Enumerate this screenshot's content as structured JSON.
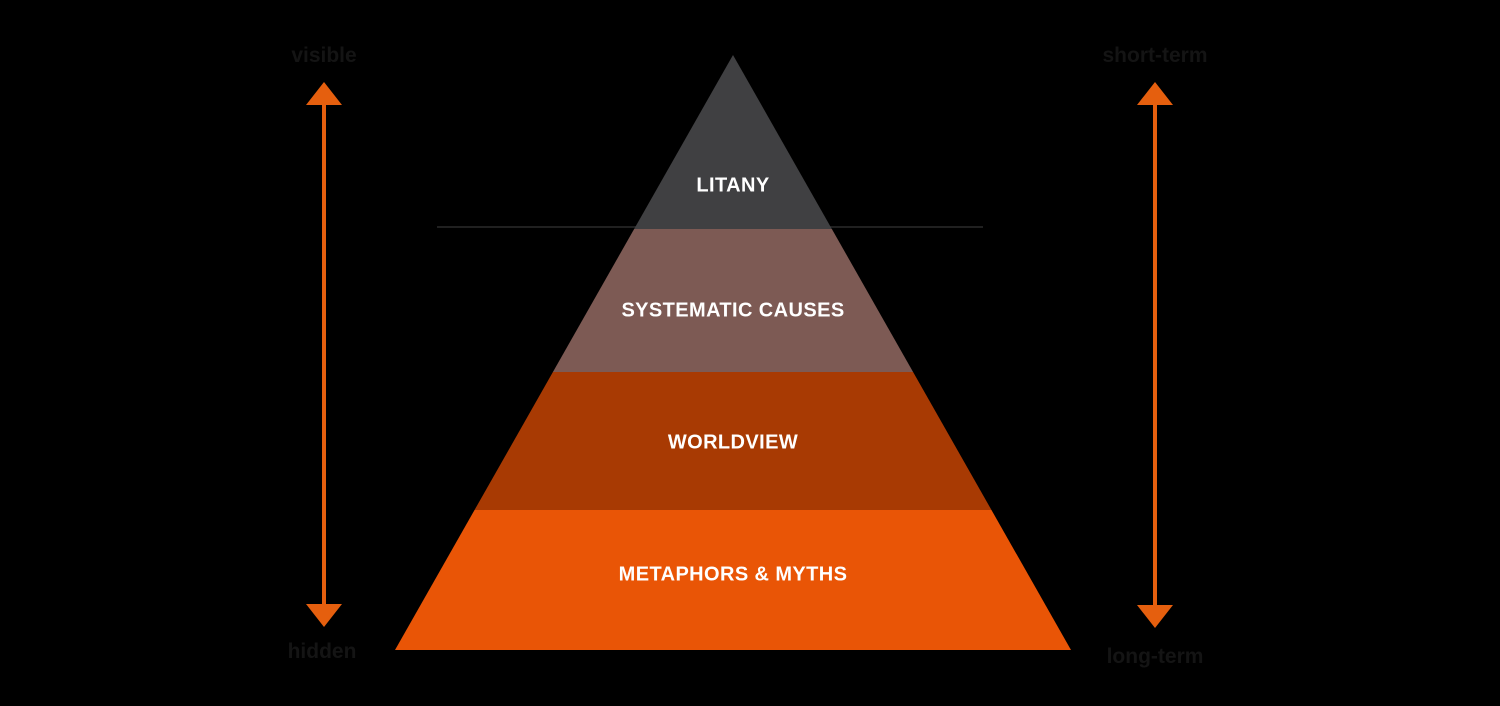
{
  "diagram": {
    "type": "pyramid",
    "background_color": "#000000",
    "layer_text_color": "#ffffff",
    "axis_label_color": "#141414",
    "arrow_color": "#e55f0e",
    "divider_line_color": "#202020",
    "layers": [
      {
        "label": "LITANY",
        "color": "#404042"
      },
      {
        "label": "SYSTEMATIC CAUSES",
        "color": "#7d5a54"
      },
      {
        "label": "WORLDVIEW",
        "color": "#a83a03"
      },
      {
        "label": "METAPHORS & MYTHS",
        "color": "#e95506"
      }
    ],
    "left_axis": {
      "top_label": "visible",
      "bottom_label": "hidden"
    },
    "right_axis": {
      "top_label": "short-term",
      "bottom_label": "long-term"
    }
  }
}
